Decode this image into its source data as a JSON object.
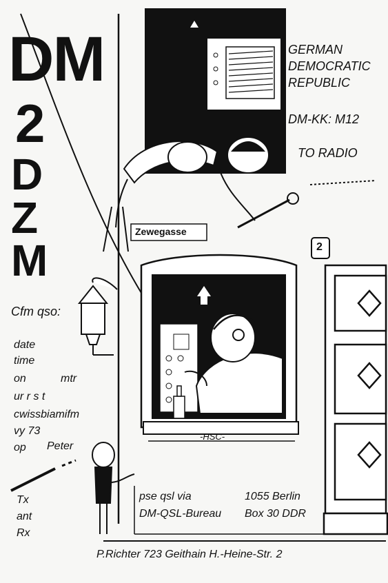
{
  "callsign": {
    "line1": "DM",
    "line2": "2",
    "line3": "DZM"
  },
  "country": {
    "line1": "GERMAN",
    "line2": "DEMOCRATIC",
    "line3": "REPUBLIC"
  },
  "locator": "DM-KK: M12",
  "to_radio": "TO RADIO",
  "street_sign": "Zewegasse",
  "house_number": "2",
  "window_label": "-HSC-",
  "qso": {
    "confirm": "Cfm qso:",
    "date": "date",
    "time": "time",
    "on": "on",
    "mtr": "mtr",
    "urrst": "ur r s t",
    "modes": "cwissbiamifm",
    "vy73": "vy 73",
    "op": "op",
    "op_name": "Peter"
  },
  "equipment": {
    "tx": "Tx",
    "ant": "ant",
    "rx": "Rx"
  },
  "qsl": {
    "pse": "pse qsl via",
    "bureau": "DM-QSL-Bureau",
    "city": "1055 Berlin",
    "box": "Box 30 DDR"
  },
  "address": "P.Richter 723 Geithain H.-Heine-Str. 2"
}
